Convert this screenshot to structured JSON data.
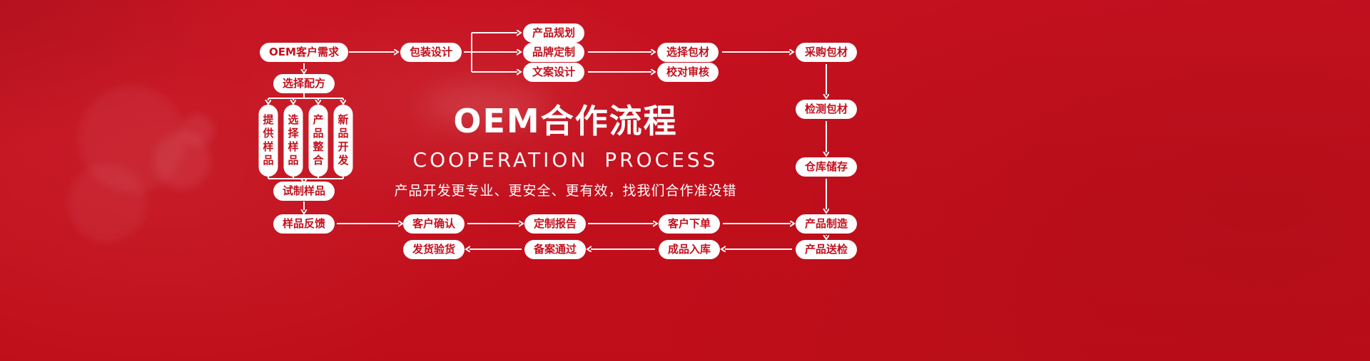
{
  "title": "OEM合作流程",
  "subtitle": "COOPERATION PROCESS",
  "tagline": "产品开发更专业、更安全、更有效，找我们合作准没错",
  "nodes": {
    "oem_demand": "OEM客户需求",
    "package_design": "包装设计",
    "product_planning": "产品规划",
    "brand_customization": "品牌定制",
    "copy_design": "文案设计",
    "select_material": "选择包材",
    "proofread_review": "校对审核",
    "purchase_material": "采购包材",
    "inspect_material": "检测包材",
    "warehouse_storage": "仓库储存",
    "select_formula": "选择配方",
    "provide_sample": "提供样品",
    "choose_sample": "选择样品",
    "product_integration": "产品整合",
    "new_product_dev": "新品开发",
    "trial_sample": "试制样品",
    "sample_feedback": "样品反馈",
    "customer_confirm": "客户确认",
    "custom_report": "定制报告",
    "customer_order": "客户下单",
    "product_manufacture": "产品制造",
    "product_inspection": "产品送检",
    "finished_storage": "成品入库",
    "record_pass": "备案通过",
    "ship_inspect": "发货验货"
  },
  "colors": {
    "background": "#c4101d",
    "node_background": "#ffffff",
    "node_text": "#c4101d",
    "arrow": "#ffffff",
    "heading_text": "#ffffff"
  }
}
